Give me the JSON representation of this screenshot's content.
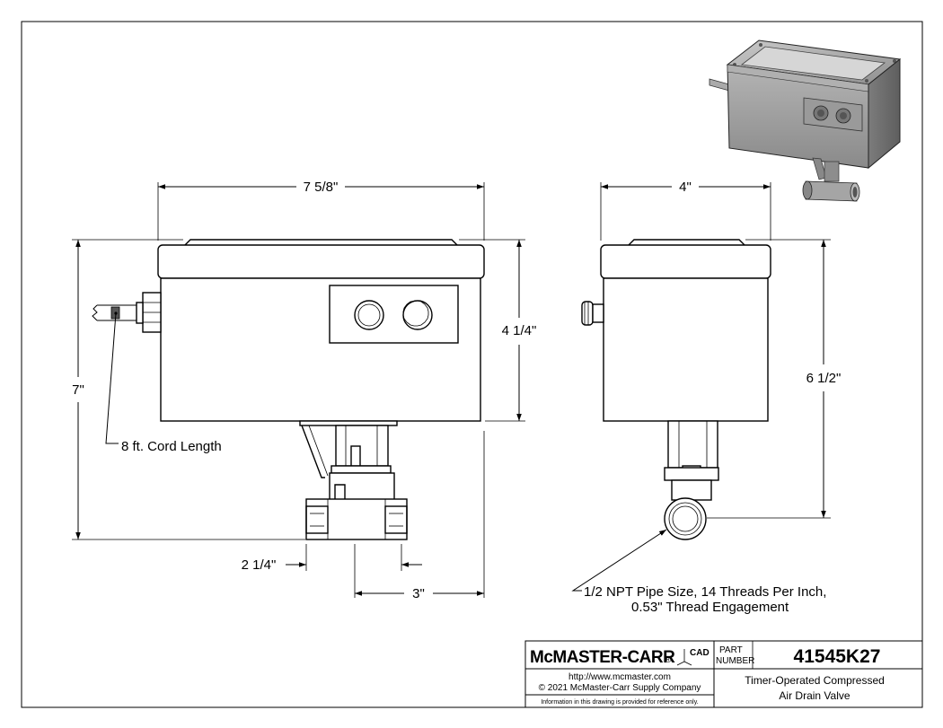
{
  "dimensions": {
    "overall_width": "7 5/8\"",
    "overall_height": "7\"",
    "box_height": "4 1/4\"",
    "side_width": "4\"",
    "side_height": "6 1/2\"",
    "port_offset": "2 1/4\"",
    "valve_length": "3\""
  },
  "notes": {
    "cord": "8 ft. Cord Length",
    "pipe_line1": "1/2 NPT Pipe Size, 14 Threads Per Inch,",
    "pipe_line2": "0.53\" Thread Engagement"
  },
  "title_block": {
    "brand": "McMASTER-CARR",
    "registered": "®",
    "cad_label": "CAD",
    "part_label_1": "PART",
    "part_label_2": "NUMBER",
    "part_number": "41545K27",
    "website": "http://www.mcmaster.com",
    "copyright": "© 2021 McMaster-Carr Supply Company",
    "disclaimer": "Information in this drawing is provided for reference only.",
    "description_line1": "Timer-Operated Compressed",
    "description_line2": "Air Drain Valve"
  }
}
